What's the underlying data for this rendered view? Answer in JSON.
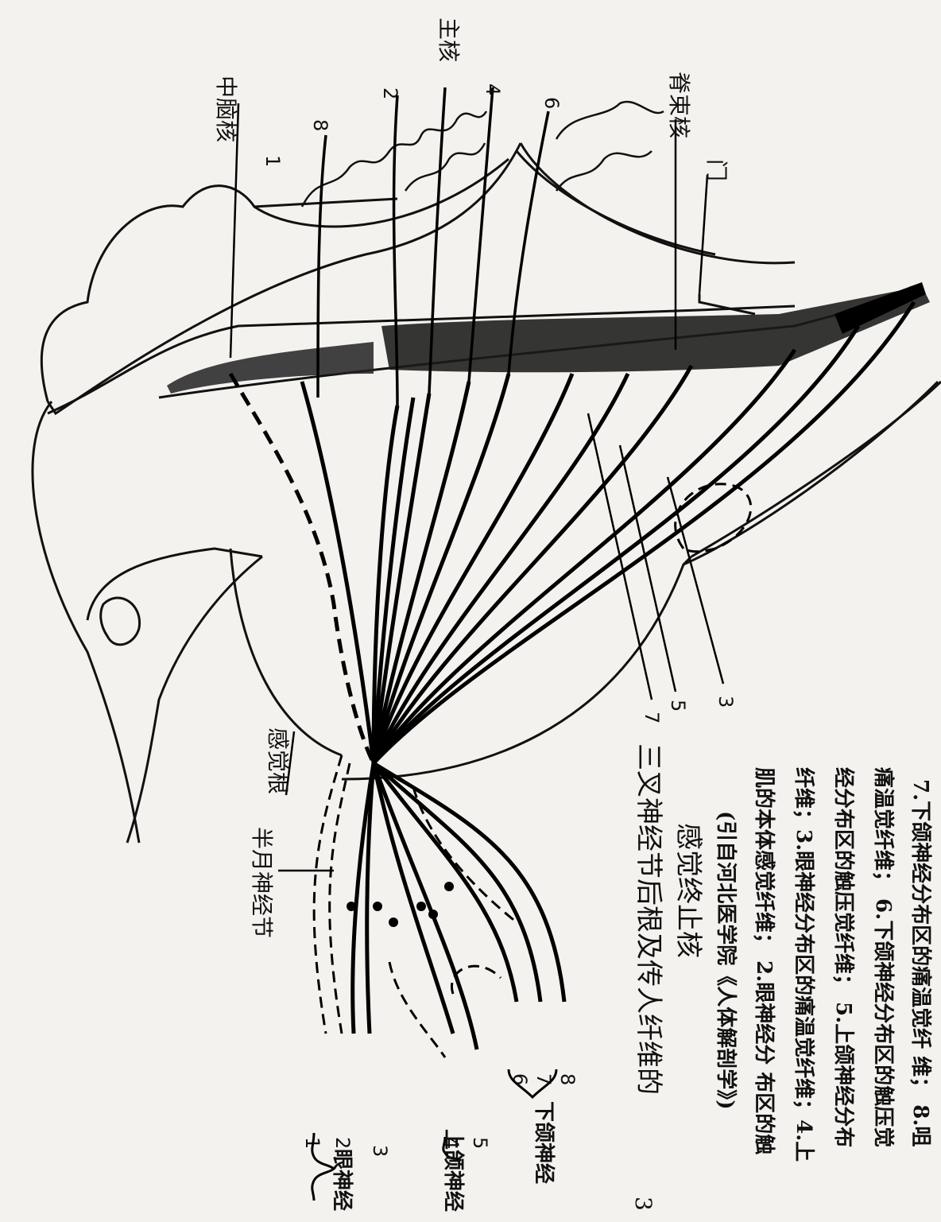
{
  "diagram": {
    "nuclei": {
      "mesencephalic": "中脑核",
      "main": "主核",
      "spinal": "脊束核",
      "obex": "门"
    },
    "ganglion": {
      "semilunar": "半月神经节",
      "sensory_root": "感觉根"
    },
    "branches": {
      "ophthalmic": "眼神经",
      "maxillary": "上颌神经",
      "mandibular": "下颌神经"
    },
    "fiber_numbers": [
      "1",
      "2",
      "3",
      "4",
      "5",
      "6",
      "7",
      "8"
    ]
  },
  "caption": {
    "fig_no": "3",
    "title_line1": "三叉神经节后根及传人纤维的",
    "title_line2": "感觉终止核",
    "lines": [
      "(引自河北医学院《人体解剖学》)",
      "肌的本体感觉纤维； 2.眼神经分 布区的触",
      "纤维；3.眼神经分布区的痛温觉纤维；4.上",
      "经分布区的触压觉纤维； 5.上颌神经分布",
      "痛温觉纤维； 6.下颌神经分布区的触压觉",
      "7.下颌神经分布区的痛温觉纤 维； 8.咀"
    ]
  }
}
